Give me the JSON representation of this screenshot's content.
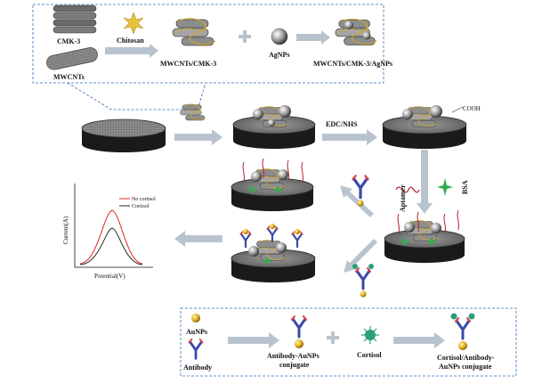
{
  "panels": {
    "synthesis": {
      "cmk3_label": "CMK-3",
      "mwcnts_label": "MWCNTs",
      "chitosan_label": "Chitosan",
      "composite_label": "MWCNTs/CMK-3",
      "agnps_label": "AgNPs",
      "final_label": "MWCNTs/CMK-3/AgNPs"
    },
    "electrode": {
      "edc_label": "EDC/NHS",
      "cooh_label": "COOH",
      "aptamer_label": "Aptamer",
      "bsa_label": "BSA"
    },
    "graph": {
      "ylabel": "Current(A)",
      "xlabel": "Potential(V)",
      "legend": [
        {
          "name": "No cortisol",
          "color": "#e0262b"
        },
        {
          "name": "Cortisol",
          "color": "#2b2b2b"
        }
      ]
    },
    "conjugate": {
      "aunps_label": "AuNPs",
      "antibody_label": "Antibody",
      "conj_label_1": "Antibody-AuNPs",
      "conj_label_2": "conjugate",
      "cortisol_label": "Cortisol",
      "final_label_1": "Cortisol/Antibody-",
      "final_label_2": "AuNPs conjugate"
    }
  },
  "colors": {
    "arrow": "#b9c3cf",
    "dashed_border": "#2e6fb5",
    "electrode_top": "#7a7a7a",
    "electrode_side": "#1a1a1a",
    "aptamer": "#b3202a",
    "bsa": "#2fae4e",
    "antibody": "#3b4aa8",
    "aunp": "#e2b21a",
    "cortisol": "#2a9f7a"
  }
}
